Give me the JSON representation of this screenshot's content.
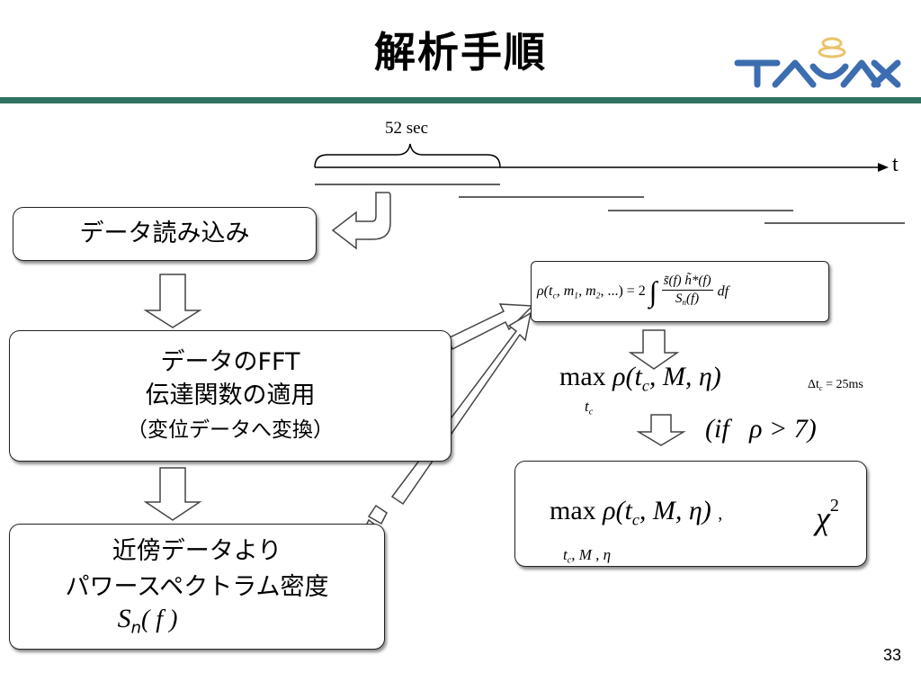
{
  "slide": {
    "title": "解析手順",
    "page_number": "33",
    "accent_color": "#2e7262"
  },
  "logo": {
    "text": "TAMA",
    "color": "#3c6db0",
    "ring_color": "#e8c46a"
  },
  "timeline": {
    "segment_label": "52 sec",
    "axis_label": "t"
  },
  "flow": {
    "step1": "データ読み込み",
    "step2": {
      "line1": "データのFFT",
      "line2": "伝達関数の適用",
      "line3": "（変位データへ変換）"
    },
    "step3": {
      "line1": "近傍データより",
      "line2": "パワースペクトラム密度",
      "math_S": "S",
      "math_n": "n",
      "math_f": "( f )"
    }
  },
  "formula": {
    "rho_expression": "ρ(t_c, m_1, m_2, ...) = 2 ∫ s̃(f) h̃*(f) / S_n(f) df",
    "lhs": "ρ(t",
    "lhs_sub": "c",
    "lhs_rest": ", m",
    "m1": "1",
    "m2_prefix": ", m",
    "m2": "2",
    "lhs_end": ", ...) = 2",
    "integral": "∫",
    "numerator": "s̃(f) h̃*(f)",
    "denominator": "S",
    "denominator_sub": "n",
    "denominator_end": "(f)",
    "df": "df"
  },
  "step_max1": {
    "max": "max",
    "body": "ρ(t",
    "c": "c",
    "rest": ", M, η)",
    "under": "t",
    "under_sub": "c",
    "delta_label": "Δt",
    "delta_sub": "c",
    "delta_value": " = 25ms"
  },
  "condition": {
    "text": "(if   ρ > 7)"
  },
  "step_max2": {
    "max": "max",
    "body": "ρ(t",
    "c": "c",
    "rest": ", M, η)",
    "comma": ",",
    "under": "t",
    "under_sub": "c",
    "under_rest": ", M , η",
    "chi": "χ",
    "chi_exp": "2"
  }
}
